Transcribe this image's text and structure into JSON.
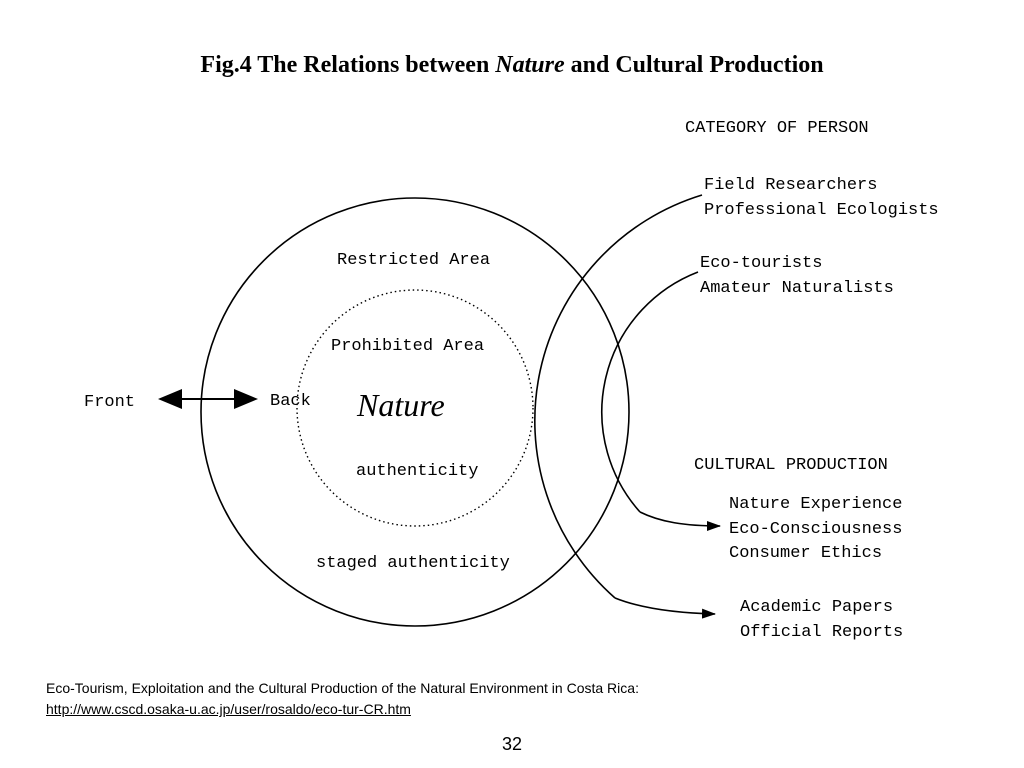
{
  "figure": {
    "title_prefix": "Fig.4  The Relations between ",
    "title_italic": "Nature",
    "title_suffix": " and Cultural Production",
    "center_label": "Nature",
    "left_label": "Front",
    "back_label": "Back",
    "restricted_area": "Restricted Area",
    "prohibited_area": "Prohibited Area",
    "authenticity": "authenticity",
    "staged_authenticity": "staged authenticity",
    "category_heading": "CATEGORY OF PERSON",
    "category_group_1": [
      "Field Researchers",
      "Professional Ecologists"
    ],
    "category_group_2": [
      "Eco-tourists",
      "Amateur Naturalists"
    ],
    "production_heading": "CULTURAL PRODUCTION",
    "production_group_1": [
      "Nature Experience",
      "Eco-Consciousness",
      "Consumer Ethics"
    ],
    "production_group_2": [
      "Academic Papers",
      "Official Reports"
    ]
  },
  "footer": {
    "caption_line": "Eco-Tourism, Exploitation and the Cultural Production of the Natural Environment in Costa Rica:",
    "caption_url": "http://www.cscd.osaka-u.ac.jp/user/rosaldo/eco-tur-CR.htm",
    "page_number": "32"
  }
}
